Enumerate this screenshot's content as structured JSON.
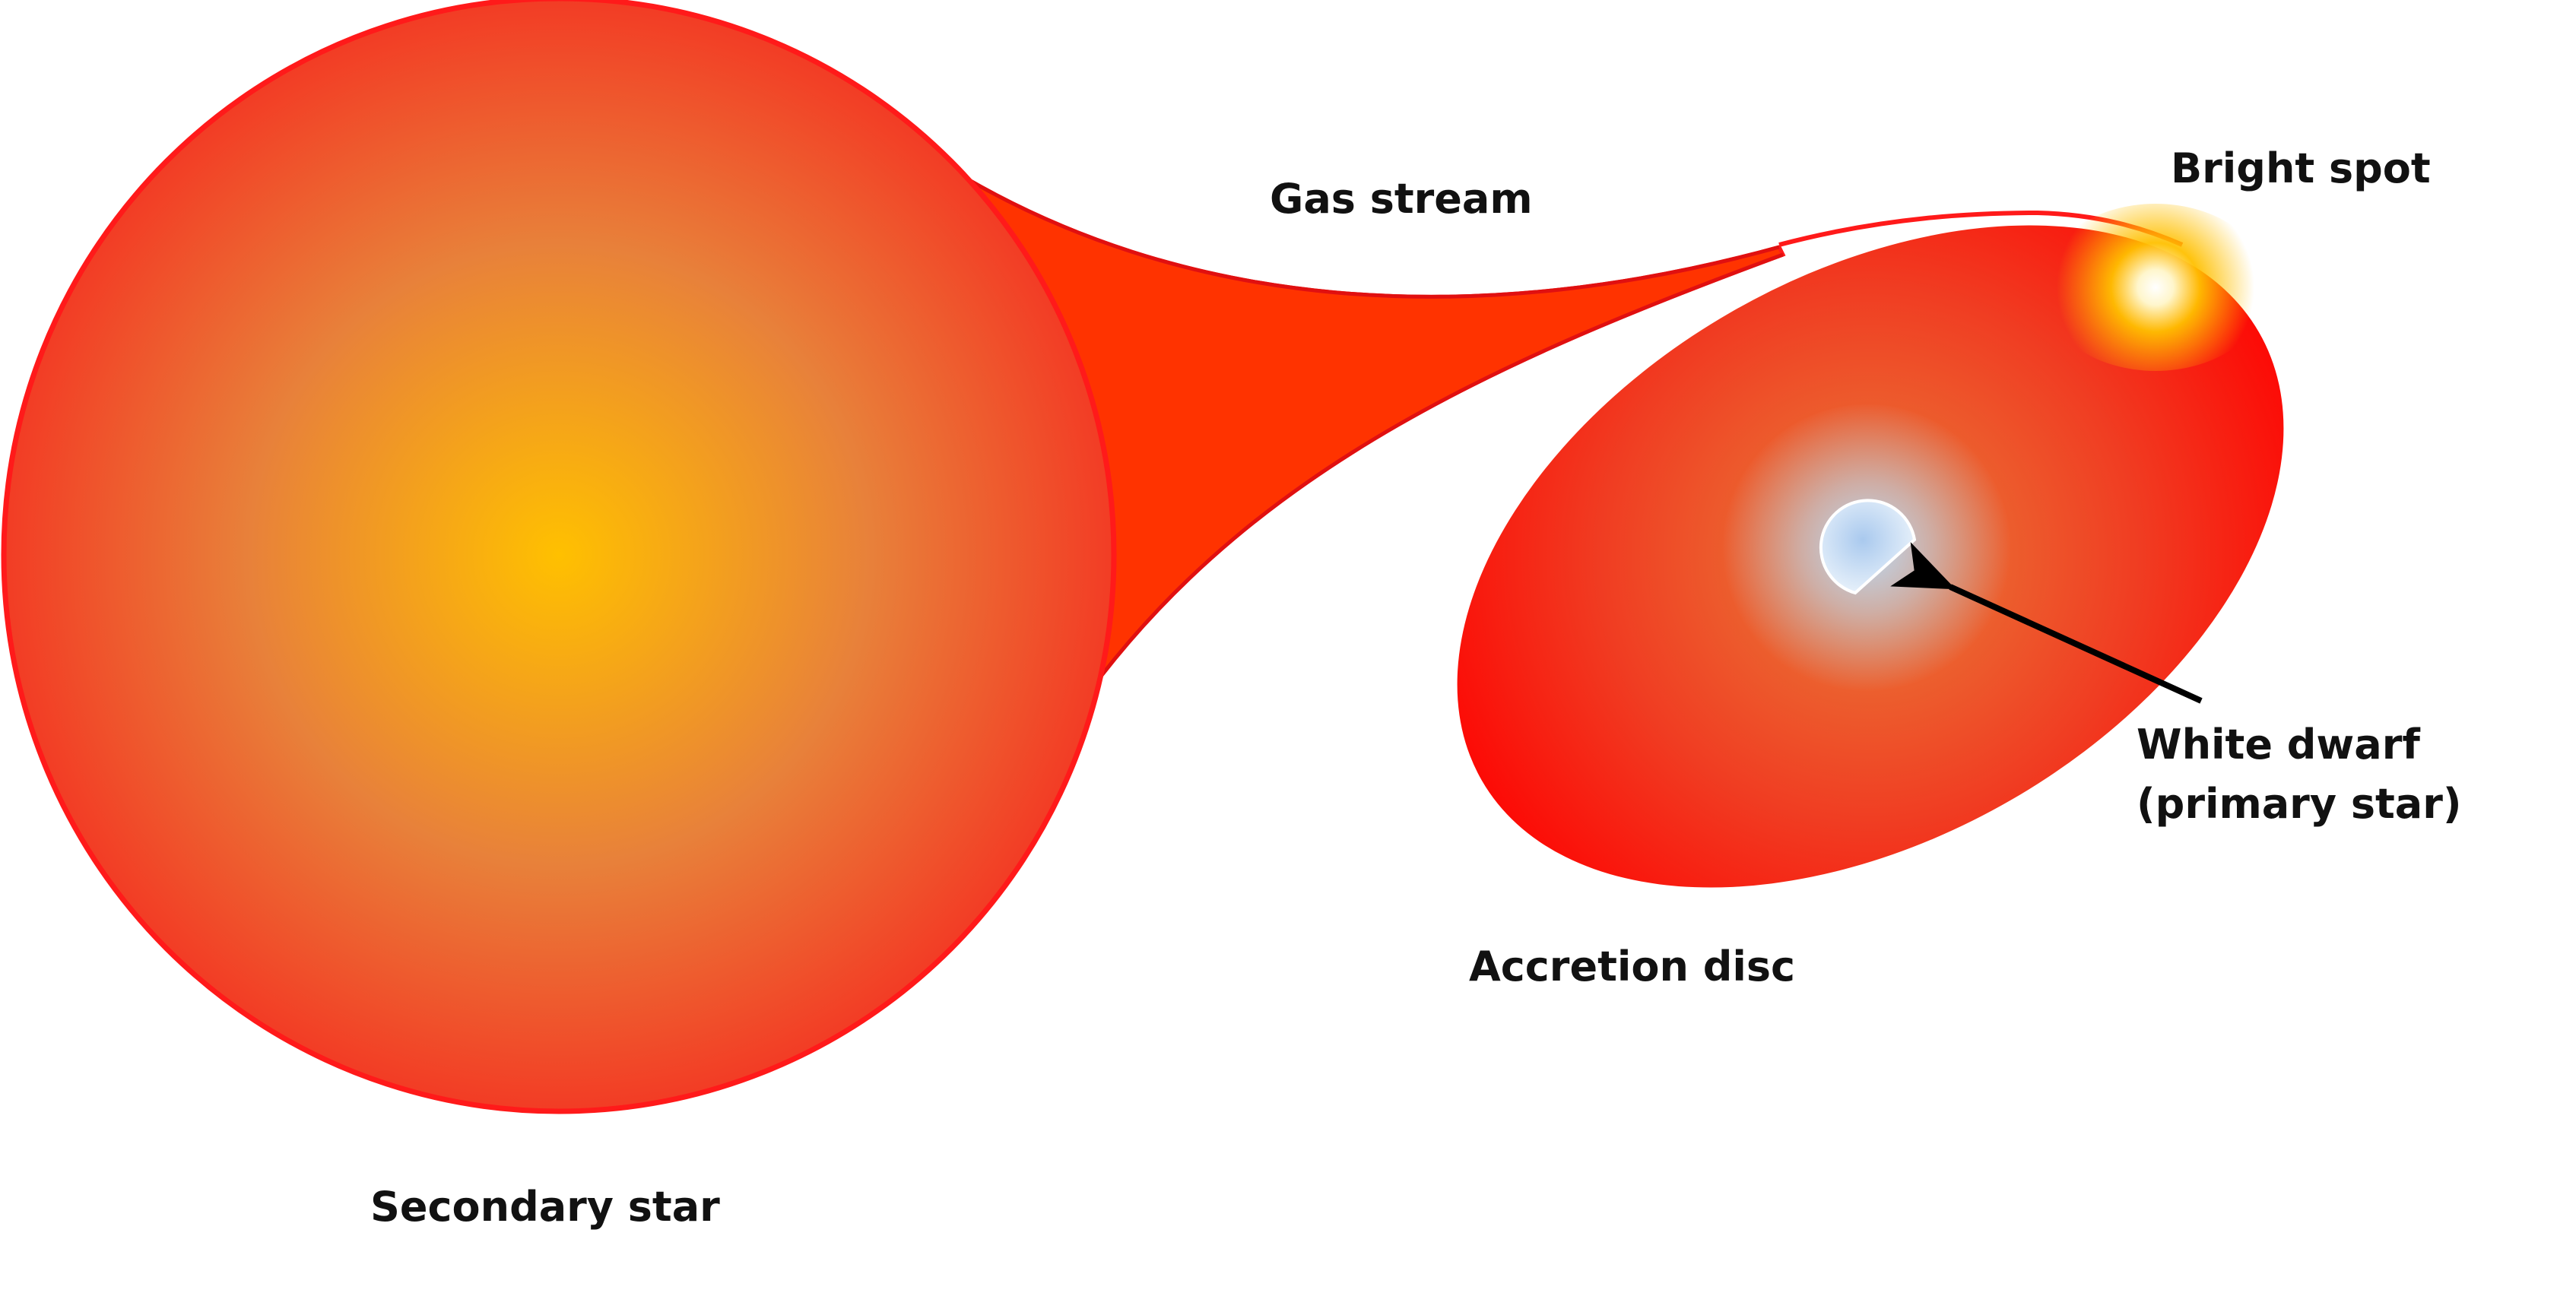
{
  "labels": {
    "gas_stream": "Gas stream",
    "bright_spot": "Bright spot",
    "white_dwarf_line1": "White dwarf",
    "white_dwarf_line2": "(primary star)",
    "accretion_disc": "Accretion disc",
    "secondary_star": "Secondary star"
  },
  "colors": {
    "secondary_core": "#ffc000",
    "secondary_mid": "#e8813a",
    "secondary_edge": "#f33a24",
    "secondary_outline": "#ff1a1a",
    "gas_stream": "#ff3300",
    "disc_core": "#e8813a",
    "disc_edge": "#ff0000",
    "bright_spot_core": "#ffffff",
    "bright_spot_glow": "#ffc000",
    "white_dwarf": "#c5ddf2",
    "white_dwarf_halo": "#bcd6f0",
    "arrow": "#000000",
    "text": "#111111"
  }
}
